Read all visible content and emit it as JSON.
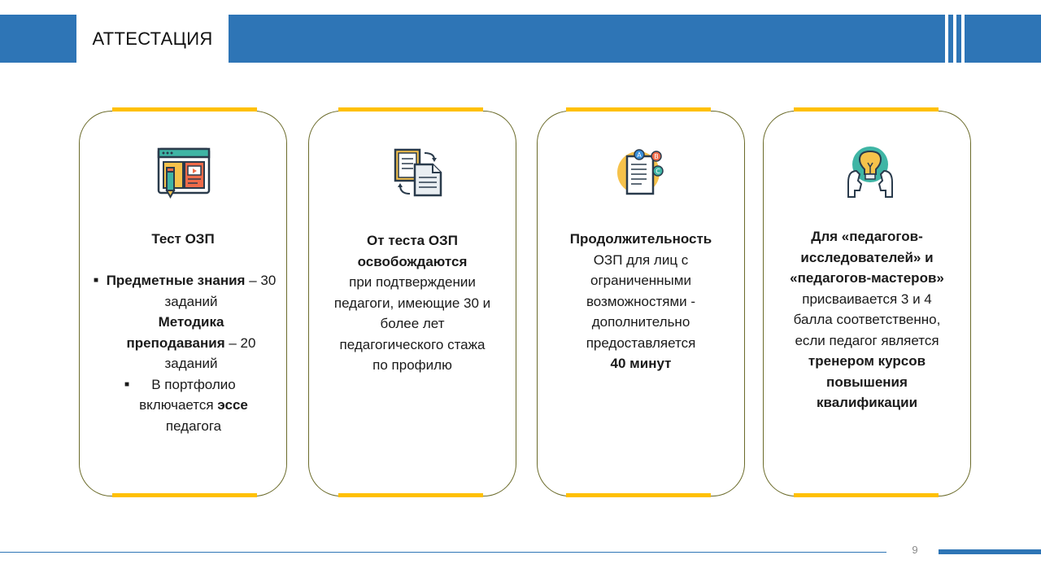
{
  "header": {
    "title": "АТТЕСТАЦИЯ"
  },
  "colors": {
    "accent": "#2e75b6",
    "highlight": "#ffc000",
    "card_border": "#6b6b2a"
  },
  "cards": [
    {
      "icon": "online-learning-icon",
      "title": "Тест ОЗП",
      "bullet1_bold": "Предметные знания",
      "bullet1_rest": "– 30 заданий",
      "line2_bold": "Методика преподавания",
      "line2_rest": "– 20 заданий",
      "bullet2_start": "В портфолио включается",
      "bullet2_bold": "эссе",
      "bullet2_end": "педагога"
    },
    {
      "icon": "document-exchange-icon",
      "title_bold": "От теста ОЗП освобождаются",
      "body": "при подтверждении педагоги, имеющие 30 и более лет педагогического стажа по профилю"
    },
    {
      "icon": "quiz-test-icon",
      "title_bold": "Продолжительность",
      "body": "ОЗП для лиц с ограниченными возможностями - дополнительно предоставляется",
      "end_bold": "40 минут"
    },
    {
      "icon": "idea-lightbulb-icon",
      "title_bold": "Для «педагогов-исследователей» и «педагогов-мастеров»",
      "body": "присваивается 3 и 4 балла соответственно, если педагог является",
      "end_bold": "тренером курсов повышения квалификации"
    }
  ],
  "footer": {
    "page_number": "9"
  }
}
